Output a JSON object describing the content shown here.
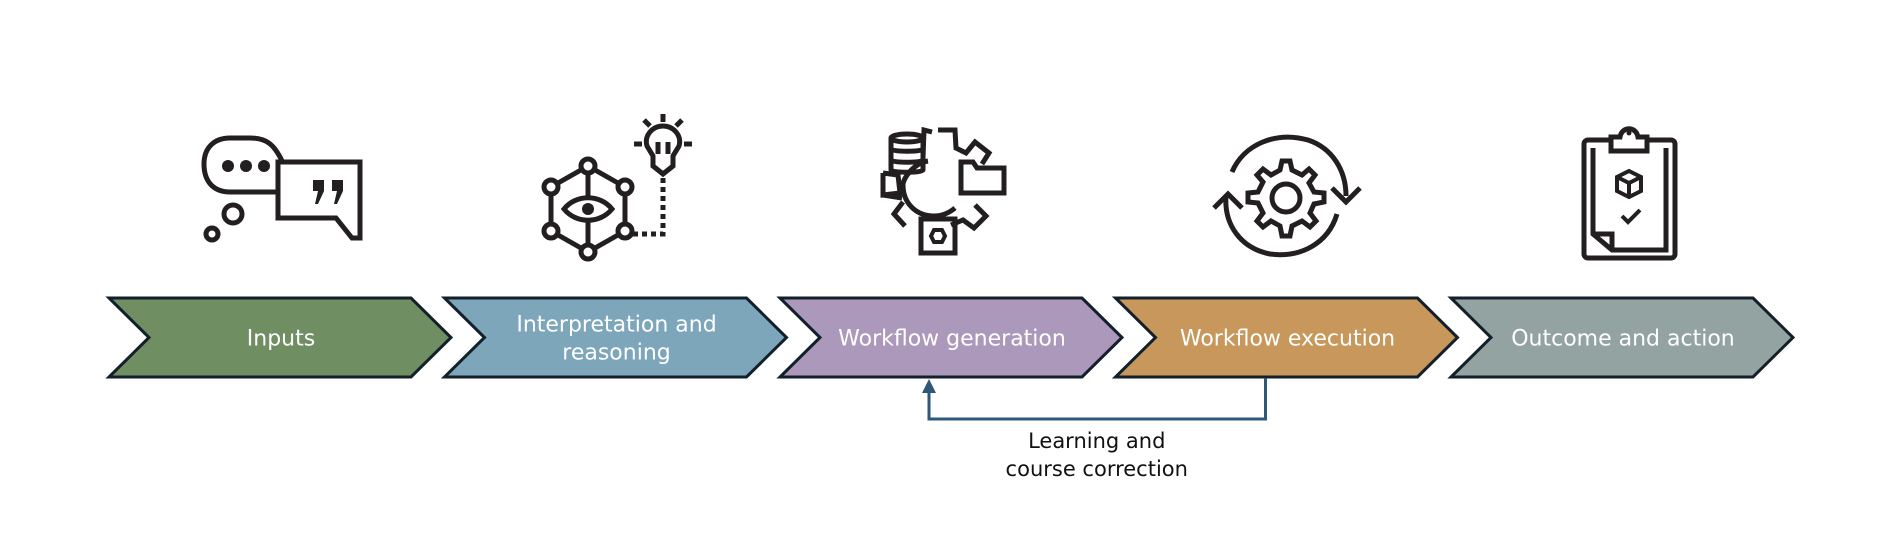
{
  "diagram": {
    "type": "process-flow",
    "stages": [
      {
        "label_lines": [
          "Inputs"
        ],
        "color": "#6f8f63",
        "icon": "chat-bubbles-icon"
      },
      {
        "label_lines": [
          "Interpretation and",
          "reasoning"
        ],
        "color": "#7ea6ba",
        "icon": "network-eye-lightbulb-icon"
      },
      {
        "label_lines": [
          "Workflow generation"
        ],
        "color": "#ab98bb",
        "icon": "gear-database-folder-icon"
      },
      {
        "label_lines": [
          "Workflow execution"
        ],
        "color": "#c7975b",
        "icon": "gear-cycle-arrows-icon"
      },
      {
        "label_lines": [
          "Outcome and action"
        ],
        "color": "#93a3a1",
        "icon": "clipboard-box-check-icon"
      }
    ],
    "border_color": "#13202b",
    "feedback_loop": {
      "from_stage": 4,
      "to_stage": 3,
      "label_lines": [
        "Learning and",
        "course correction"
      ],
      "color": "#2d5879"
    }
  }
}
